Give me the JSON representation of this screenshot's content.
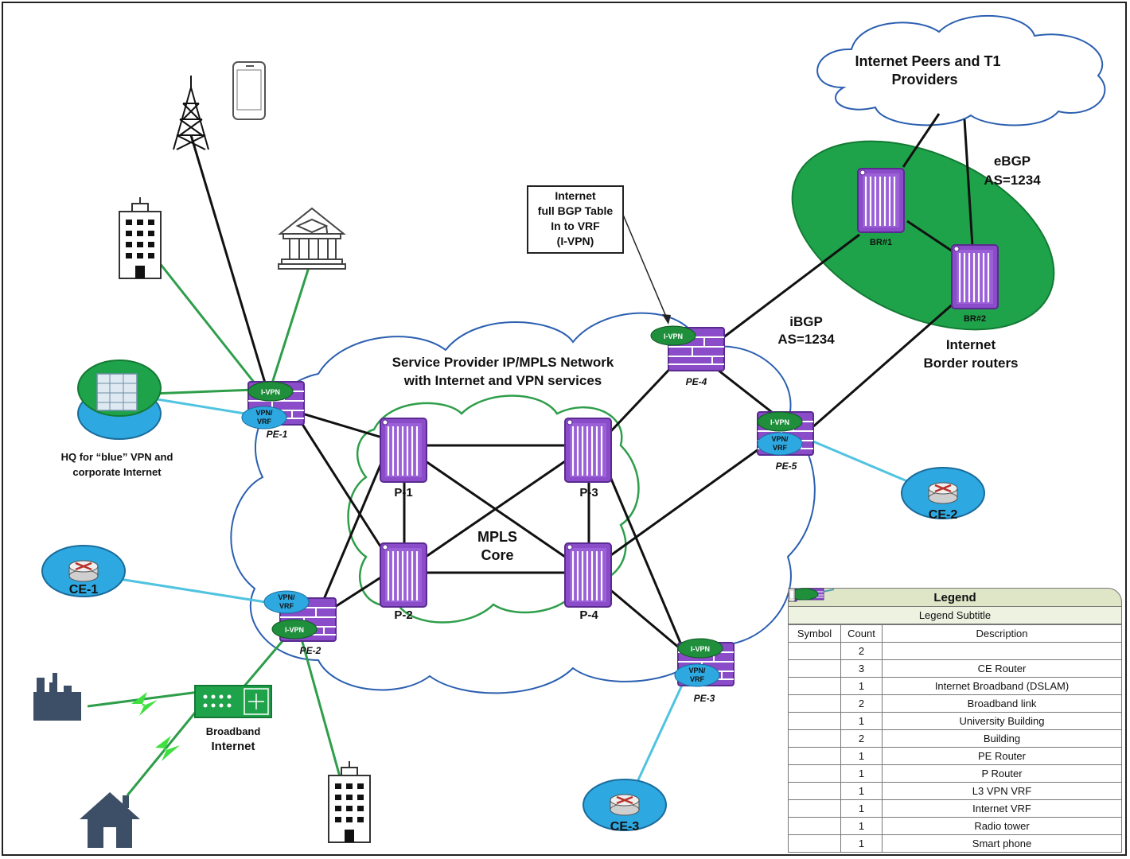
{
  "cloud_internet": "Internet Peers and T1 Providers",
  "cloud_internet_lines": [
    "Internet Peers and T1",
    "Providers"
  ],
  "ebgp": [
    "eBGP",
    "AS=1234"
  ],
  "ibgp": [
    "iBGP",
    "AS=1234"
  ],
  "border_routers": [
    "Internet",
    "Border routers"
  ],
  "callout": [
    "Internet",
    "full BGP Table",
    "In to VRF",
    "(I-VPN)"
  ],
  "sp_network": [
    "Service Provider IP/MPLS Network",
    "with Internet and VPN services"
  ],
  "mpls_core": [
    "MPLS",
    "Core"
  ],
  "hq": [
    "HQ for “blue” VPN and",
    "corporate Internet"
  ],
  "broadband": [
    "Broadband",
    "Internet"
  ],
  "routers": {
    "br1": "BR#1",
    "br2": "BR#2",
    "p1": "P-1",
    "p2": "P-2",
    "p3": "P-3",
    "p4": "P-4",
    "pe1": "PE-1",
    "pe2": "PE-2",
    "pe3": "PE-3",
    "pe4": "PE-4",
    "pe5": "PE-5"
  },
  "ce": {
    "ce1": "CE-1",
    "ce2": "CE-2",
    "ce3": "CE-3"
  },
  "vrf": {
    "ivpn": "I-VPN",
    "vpn_vrf": [
      "VPN/",
      "VRF"
    ]
  },
  "colors": {
    "router": "#7a3fb8",
    "green_link": "#2e9e4a",
    "cyan_link": "#4fc3e0",
    "ce_fill": "#2ea8e0",
    "vrf_green": "#1f8f3c",
    "cloud_blue": "#2b5fb0",
    "cloud_green": "#2e9e4a"
  },
  "legend": {
    "title": "Legend",
    "subtitle": "Legend Subtitle",
    "headers": [
      "Symbol",
      "Count",
      "Description"
    ],
    "rows": [
      {
        "icon": "blank",
        "count": "2",
        "desc": ""
      },
      {
        "icon": "ce-router-icon",
        "count": "3",
        "desc": "CE Router"
      },
      {
        "icon": "dslam-icon",
        "count": "1",
        "desc": "Internet Broadband (DSLAM)"
      },
      {
        "icon": "broadband-link-icon",
        "count": "2",
        "desc": "Broadband link"
      },
      {
        "icon": "university-icon",
        "count": "1",
        "desc": "University Building"
      },
      {
        "icon": "building-icon",
        "count": "2",
        "desc": "Building"
      },
      {
        "icon": "pe-router-icon",
        "count": "1",
        "desc": "PE Router"
      },
      {
        "icon": "p-router-icon",
        "count": "1",
        "desc": "P Router"
      },
      {
        "icon": "l3vpn-vrf-icon",
        "count": "1",
        "desc": "L3 VPN VRF"
      },
      {
        "icon": "internet-vrf-icon",
        "count": "1",
        "desc": "Internet VRF"
      },
      {
        "icon": "radio-tower-icon",
        "count": "1",
        "desc": "Radio tower"
      },
      {
        "icon": "smartphone-icon",
        "count": "1",
        "desc": "Smart phone"
      }
    ]
  }
}
